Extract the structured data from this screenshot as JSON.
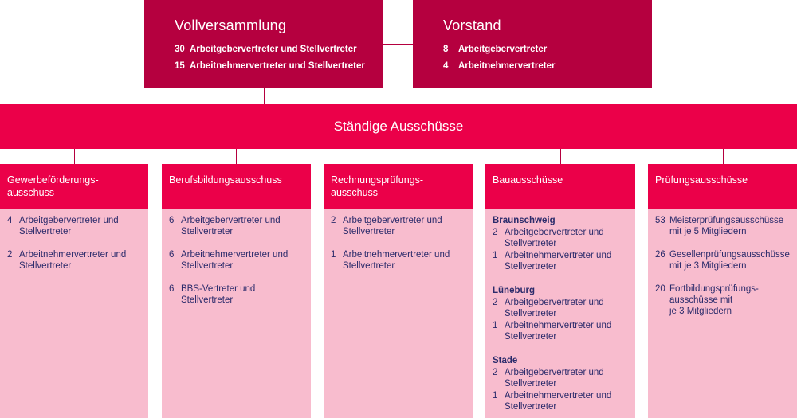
{
  "colors": {
    "top_box": "#b5003f",
    "bar": "#eb0049",
    "column_header": "#eb0049",
    "column_body": "#f8bcce",
    "body_text": "#2b2b6b"
  },
  "vollversammlung": {
    "title": "Vollversammlung",
    "rows": [
      {
        "num": "30",
        "text": "Arbeitgebervertreter und Stellvertreter"
      },
      {
        "num": "15",
        "text": "Arbeitnehmervertreter und Stellvertreter"
      }
    ]
  },
  "vorstand": {
    "title": "Vorstand",
    "rows": [
      {
        "num": "8",
        "text": "Arbeitgebervertreter"
      },
      {
        "num": "4",
        "text": "Arbeitnehmervertreter"
      }
    ]
  },
  "standing": {
    "title": "Ständige Ausschüsse"
  },
  "columns": [
    {
      "title_line1": "Gewerbeförderungs-",
      "title_line2": "ausschuss",
      "items": [
        {
          "num": "4",
          "line1": "Arbeitgebervertreter und",
          "line2": "Stellvertreter"
        },
        {
          "num": "2",
          "line1": "Arbeitnehmervertreter und",
          "line2": "Stellvertreter"
        }
      ]
    },
    {
      "title_line1": "Berufsbildungsausschuss",
      "title_line2": "",
      "items": [
        {
          "num": "6",
          "line1": "Arbeitgebervertreter und",
          "line2": "Stellvertreter"
        },
        {
          "num": "6",
          "line1": "Arbeitnehmervertreter und",
          "line2": "Stellvertreter"
        },
        {
          "num": "6",
          "line1": "BBS-Vertreter und",
          "line2": "Stellvertreter"
        }
      ]
    },
    {
      "title_line1": "Rechnungsprüfungs-",
      "title_line2": "ausschuss",
      "items": [
        {
          "num": "2",
          "line1": "Arbeitgebervertreter und",
          "line2": "Stellvertreter"
        },
        {
          "num": "1",
          "line1": "Arbeitnehmervertreter und",
          "line2": "Stellvertreter"
        }
      ]
    },
    {
      "title_line1": "Bauausschüsse",
      "title_line2": "",
      "groups": [
        {
          "name": "Braunschweig",
          "items": [
            {
              "num": "2",
              "line1": "Arbeitgebervertreter und",
              "line2": "Stellvertreter"
            },
            {
              "num": "1",
              "line1": "Arbeitnehmervertreter und",
              "line2": "Stellvertreter"
            }
          ]
        },
        {
          "name": "Lüneburg",
          "items": [
            {
              "num": "2",
              "line1": "Arbeitgebervertreter und",
              "line2": "Stellvertreter"
            },
            {
              "num": "1",
              "line1": "Arbeitnehmervertreter und",
              "line2": "Stellvertreter"
            }
          ]
        },
        {
          "name": "Stade",
          "items": [
            {
              "num": "2",
              "line1": "Arbeitgebervertreter und",
              "line2": "Stellvertreter"
            },
            {
              "num": "1",
              "line1": "Arbeitnehmervertreter und",
              "line2": "Stellvertreter"
            }
          ]
        }
      ]
    },
    {
      "title_line1": "Prüfungsausschüsse",
      "title_line2": "",
      "items": [
        {
          "num": "53",
          "line1": "Meisterprüfungsausschüsse",
          "line2": "mit je 5 Mitgliedern",
          "line3": ""
        },
        {
          "num": "26",
          "line1": "Gesellenprüfungsausschüsse",
          "line2": "mit je 3 Mitgliedern",
          "line3": ""
        },
        {
          "num": "20",
          "line1": "Fortbildungsprüfungs-",
          "line2": "ausschüsse mit",
          "line3": "je 3 Mitgliedern"
        }
      ]
    }
  ]
}
